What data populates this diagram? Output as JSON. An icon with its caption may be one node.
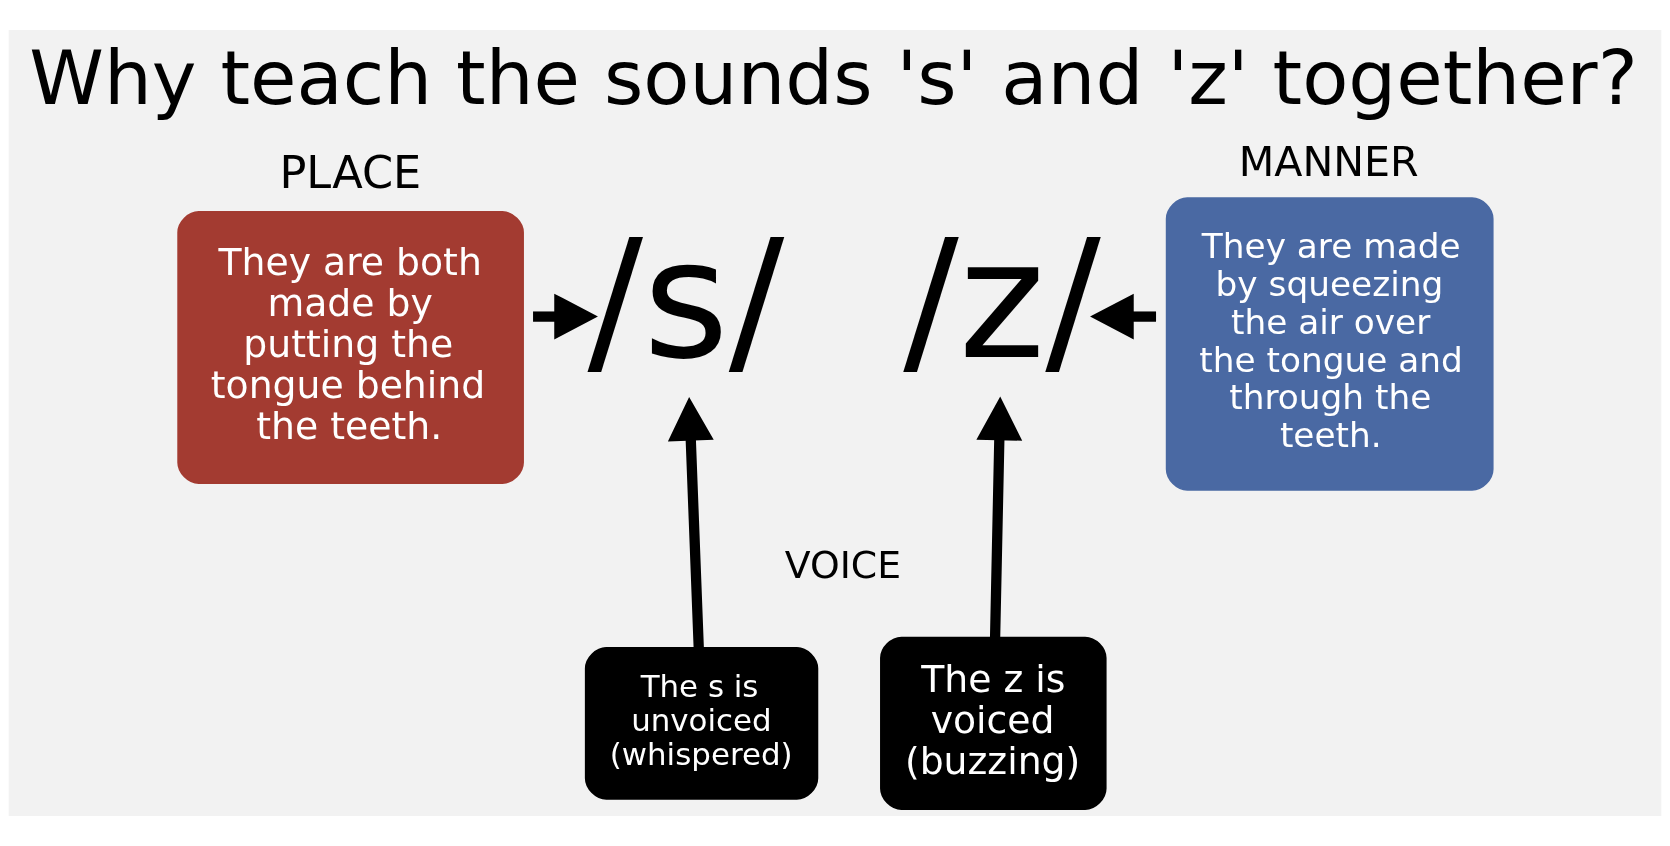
{
  "diagram": {
    "title": "Why teach the sounds 's' and 'z' together?",
    "nodes": [
      {
        "text": [
          "PLACE",
          "They are both made by putting the tongue behind the teeth."
        ]
      },
      {
        "text": [
          "/s/"
        ]
      },
      {
        "text": [
          "/z/"
        ]
      },
      {
        "text": [
          "MANNER",
          "They are made by squeezing the air over the tongue and through the teeth."
        ]
      },
      {
        "text": [
          "The s is unvoiced (whispered)"
        ]
      },
      {
        "text": [
          "The z is voiced (buzzing)"
        ]
      }
    ],
    "edges": [
      {
        "from": 0,
        "to": 1,
        "arrow": "to"
      },
      {
        "from": 3,
        "to": 2,
        "arrow": "to"
      },
      {
        "from": 4,
        "to": 1,
        "arrow": "to"
      },
      {
        "from": 5,
        "to": 2,
        "arrow": "to"
      }
    ],
    "labels": [
      "VOICE"
    ]
  }
}
